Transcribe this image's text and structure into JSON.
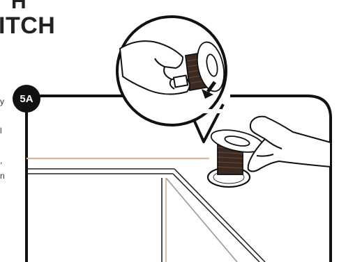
{
  "heading": {
    "line1": "H",
    "line2": "ITCH"
  },
  "step": {
    "label": "5A"
  },
  "margin_text": [
    "y",
    "l",
    ",",
    "n"
  ]
}
